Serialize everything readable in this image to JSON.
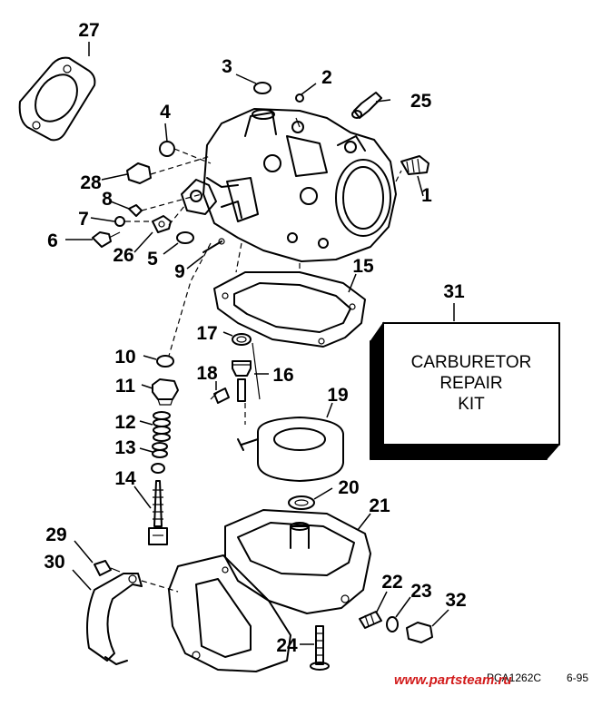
{
  "callouts": [
    {
      "id": "1",
      "text": "1"
    },
    {
      "id": "2",
      "text": "2"
    },
    {
      "id": "3",
      "text": "3"
    },
    {
      "id": "4",
      "text": "4"
    },
    {
      "id": "5",
      "text": "5"
    },
    {
      "id": "6",
      "text": "6"
    },
    {
      "id": "7",
      "text": "7"
    },
    {
      "id": "8",
      "text": "8"
    },
    {
      "id": "9",
      "text": "9"
    },
    {
      "id": "10",
      "text": "10"
    },
    {
      "id": "11",
      "text": "11"
    },
    {
      "id": "12",
      "text": "12"
    },
    {
      "id": "13",
      "text": "13"
    },
    {
      "id": "14",
      "text": "14"
    },
    {
      "id": "15",
      "text": "15"
    },
    {
      "id": "16",
      "text": "16"
    },
    {
      "id": "17",
      "text": "17"
    },
    {
      "id": "18",
      "text": "18"
    },
    {
      "id": "19",
      "text": "19"
    },
    {
      "id": "20",
      "text": "20"
    },
    {
      "id": "21",
      "text": "21"
    },
    {
      "id": "22",
      "text": "22"
    },
    {
      "id": "23",
      "text": "23"
    },
    {
      "id": "24",
      "text": "24"
    },
    {
      "id": "25",
      "text": "25"
    },
    {
      "id": "26",
      "text": "26"
    },
    {
      "id": "27",
      "text": "27"
    },
    {
      "id": "28",
      "text": "28"
    },
    {
      "id": "29",
      "text": "29"
    },
    {
      "id": "30",
      "text": "30"
    },
    {
      "id": "31",
      "text": "31"
    },
    {
      "id": "32",
      "text": "32"
    }
  ],
  "kit_box": {
    "line1": "CARBURETOR",
    "line2": "REPAIR",
    "line3": "KIT"
  },
  "footer": {
    "reference_code": "PCA1262C",
    "date_code": "6-95",
    "watermark": "www.partsteam.ru"
  },
  "colors": {
    "ink": "#000000",
    "background": "#ffffff",
    "watermark": "#d21b1b"
  }
}
